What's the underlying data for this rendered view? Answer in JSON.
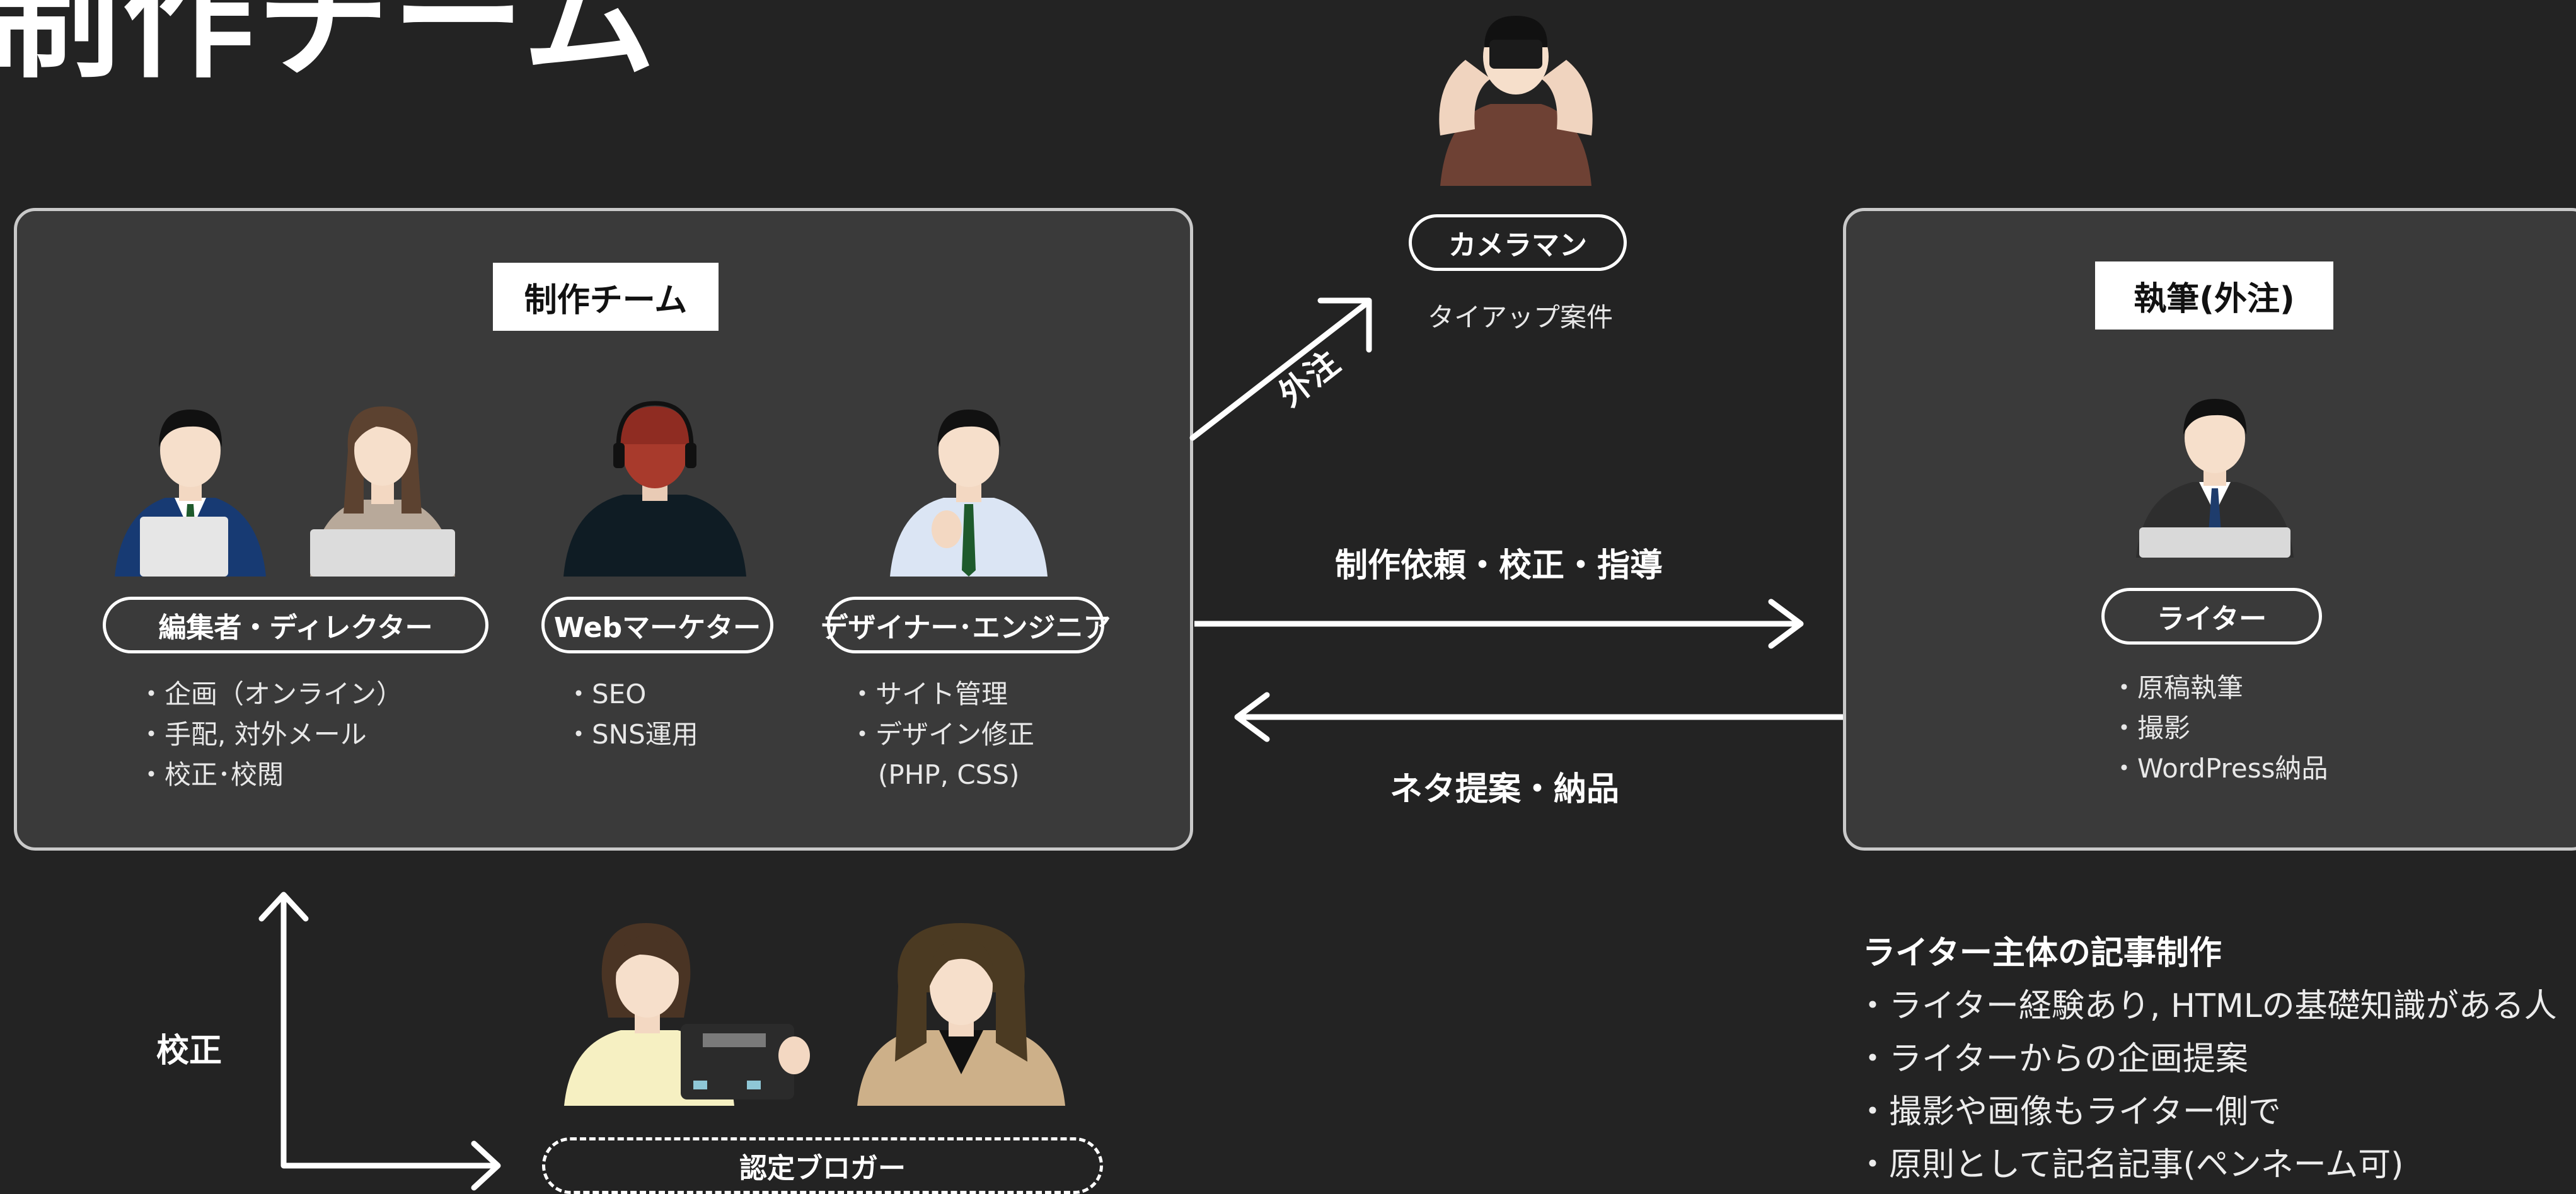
{
  "page": {
    "title": "制作チーム"
  },
  "production_team": {
    "title": "制作チーム",
    "roles": [
      {
        "label": "編集者・ディレクター",
        "duties": [
          "・企画（オンライン）",
          "・手配, 対外メール",
          "・校正･校閲"
        ]
      },
      {
        "label": "Webマーケター",
        "duties": [
          "・SEO",
          "・SNS運用"
        ]
      },
      {
        "label": "デザイナー･エンジニア",
        "duties": [
          "・サイト管理",
          "・デザイン修正",
          "(PHP, CSS)"
        ]
      }
    ]
  },
  "cameraman": {
    "label": "カメラマン",
    "note": "タイアップ案件",
    "arrow_label": "外注"
  },
  "writer_team": {
    "title": "執筆(外注)",
    "role": {
      "label": "ライター",
      "duties": [
        "・原稿執筆",
        "・撮影",
        "・WordPress納品"
      ]
    }
  },
  "flows": {
    "to_writer": "制作依頼・校正・指導",
    "from_writer": "ネタ提案・納品",
    "proofreading": "校正"
  },
  "blogger": {
    "label": "認定ブロガー"
  },
  "summary": {
    "heading": "ライター主体の記事制作",
    "items": [
      "・ライター経験あり, HTMLの基礎知識がある人",
      "・ライターからの企画提案",
      "・撮影や画像もライター側で",
      "・原則として記名記事(ペンネーム可)"
    ]
  },
  "colors": {
    "background": "#232323",
    "panel": "#3a3a3a",
    "border": "#c9c9c9",
    "text": "#ffffff"
  }
}
